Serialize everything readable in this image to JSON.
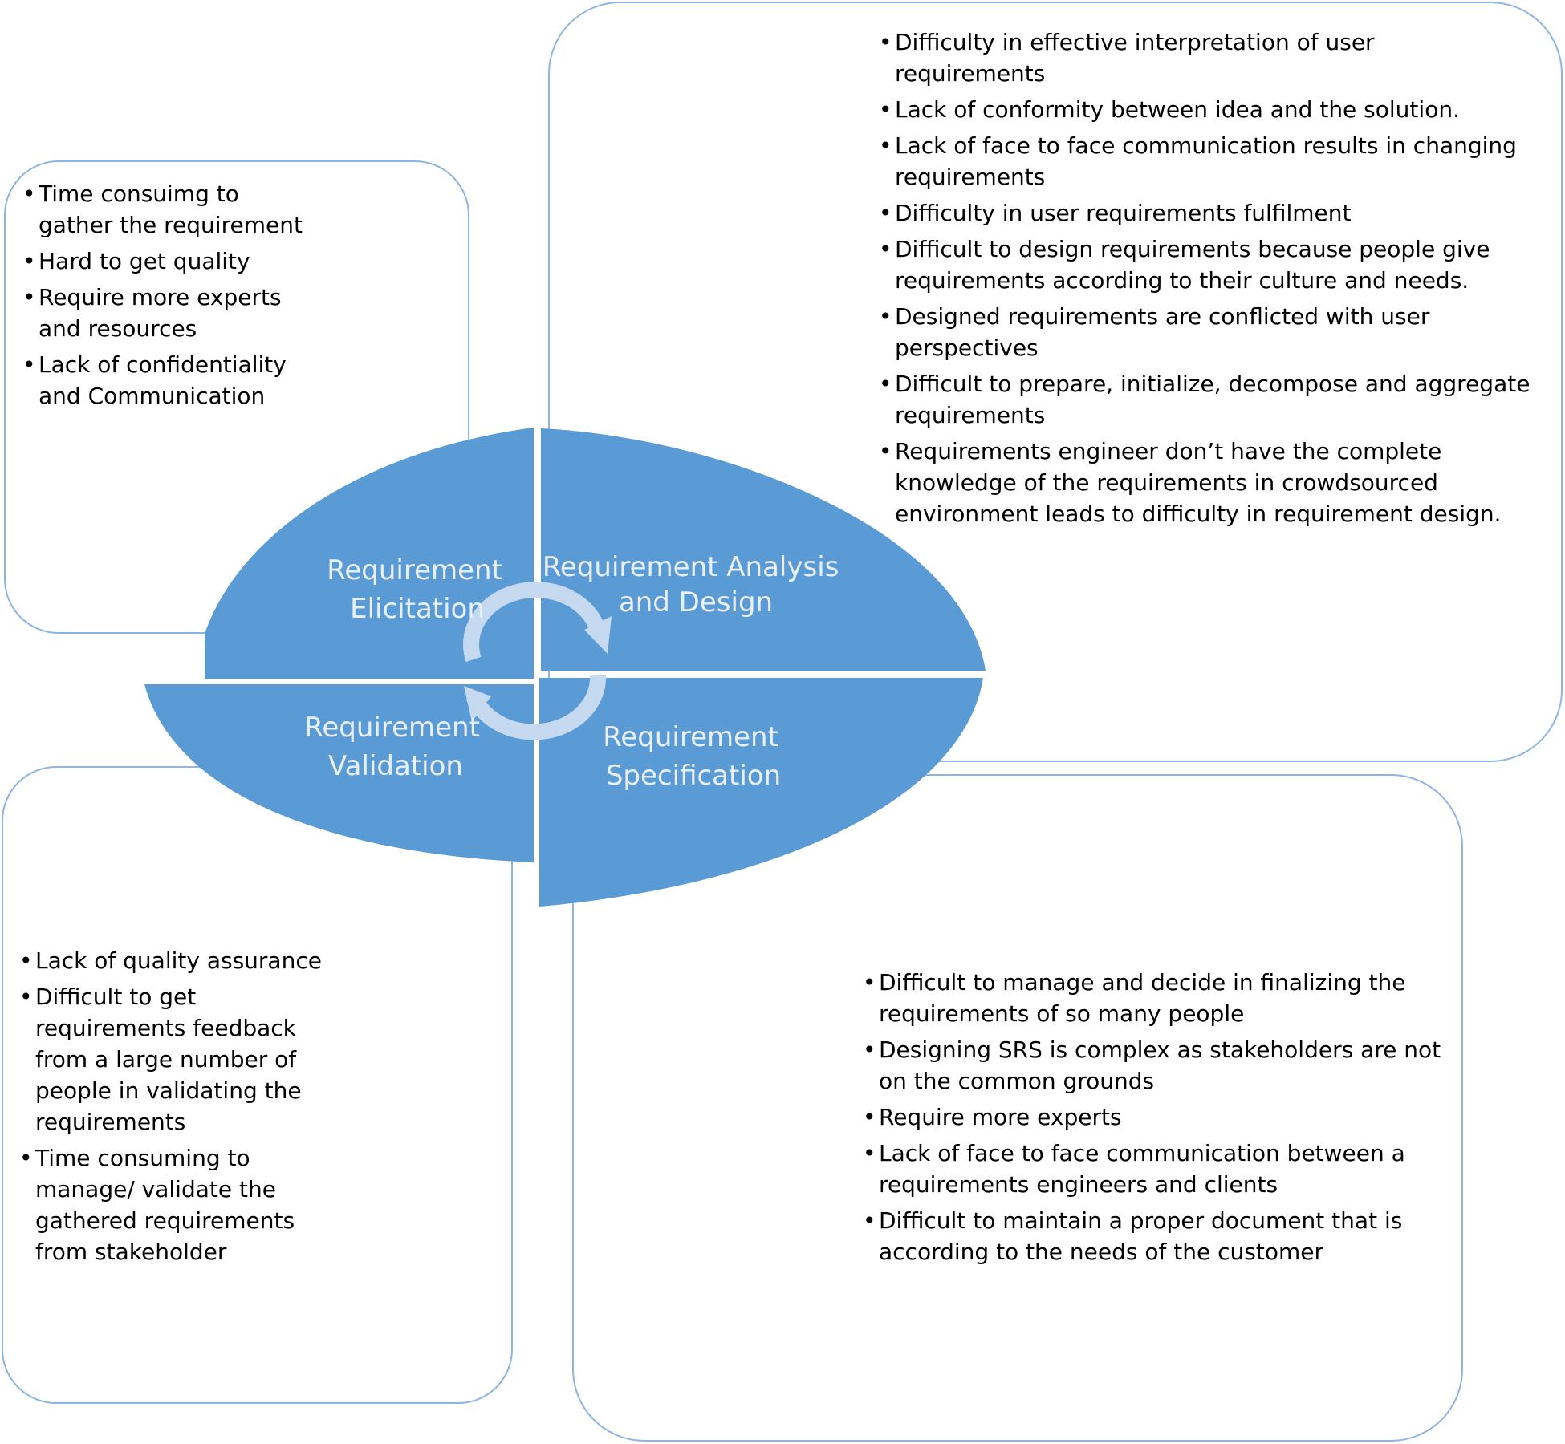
{
  "colors": {
    "ellipse_fill": "#5b9bd5",
    "box_border": "#8eb4e3",
    "label_text": "#e9f0f9",
    "cycle_arrows": "#c5d9f1"
  },
  "quadrants": {
    "elicitation": "Requirement\nElicitation",
    "analysis": "Requirement Analysis\nand Design",
    "validation": "Requirement\nValidation",
    "specification": "Requirement\nSpecification"
  },
  "cycle_icon": "circular-arrows-icon",
  "boxes": {
    "elicitation": {
      "items": [
        "Time consuimg to\ngather the requirement",
        "Hard to get quality",
        "Require more experts\nand resources",
        "Lack of confidentiality\nand Communication"
      ]
    },
    "analysis": {
      "items": [
        "Difficulty in effective interpretation of user\nrequirements",
        "Lack of conformity between idea and the solution.",
        "Lack of face to face communication results in changing\nrequirements",
        "Difficulty in user requirements fulfilment",
        "Difficult to design requirements because people give\nrequirements according to their culture and needs.",
        "Designed requirements are conflicted with user\nperspectives",
        "Difficult to prepare, initialize, decompose and aggregate\nrequirements",
        "Requirements engineer don’t have the complete\nknowledge of the requirements in crowdsourced\nenvironment leads to difficulty in requirement design."
      ]
    },
    "validation": {
      "items": [
        "Lack of quality assurance",
        "Difficult to get\nrequirements feedback\nfrom a large number of\npeople in validating the\nrequirements",
        "Time consuming to\nmanage/ validate the\ngathered requirements\nfrom stakeholder"
      ]
    },
    "specification": {
      "items": [
        "Difficult to manage and decide in finalizing the\nrequirements of so many people",
        "Designing SRS is complex as stakeholders are not\non the common grounds",
        "Require more experts",
        "Lack of face to face communication between a\nrequirements engineers and clients",
        "Difficult to maintain a proper document that is\naccording to the needs of the customer"
      ]
    }
  }
}
